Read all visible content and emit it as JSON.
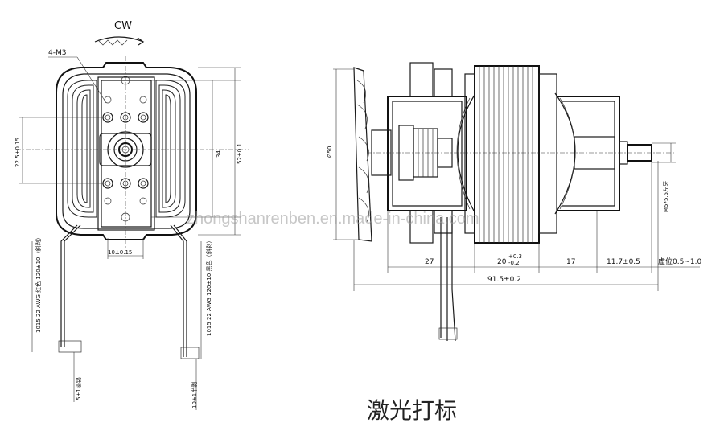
{
  "labels": {
    "rotation": "CW",
    "screw": "4-M3",
    "dim_22_5": "22.5±0.15",
    "dim_34": "34",
    "dim_52": "52±0.1",
    "dim_10": "10±0.15",
    "wire_left": "1015  22 AWG 红色 120±10（斜剥）",
    "wire_right": "1015  22 AWG 120±10 黑色（斜剥）",
    "strip_left": "5±1浸锡",
    "strip_right": "10±1半剥",
    "dia50": "Ø50",
    "dim_27": "27",
    "dim_20": "20",
    "dim_20_tol_up": "+0.3",
    "dim_20_tol_dn": "-0.2",
    "dim_17": "17",
    "dim_11_7": "11.7±0.5",
    "dim_virtual": "虚位0.5~1.0",
    "dim_91_5": "91.5±0.2",
    "thread": "M5*5.5左牙"
  },
  "watermark": "zhongshanrenben.en.made-in-china.com",
  "caption": "激光打标"
}
